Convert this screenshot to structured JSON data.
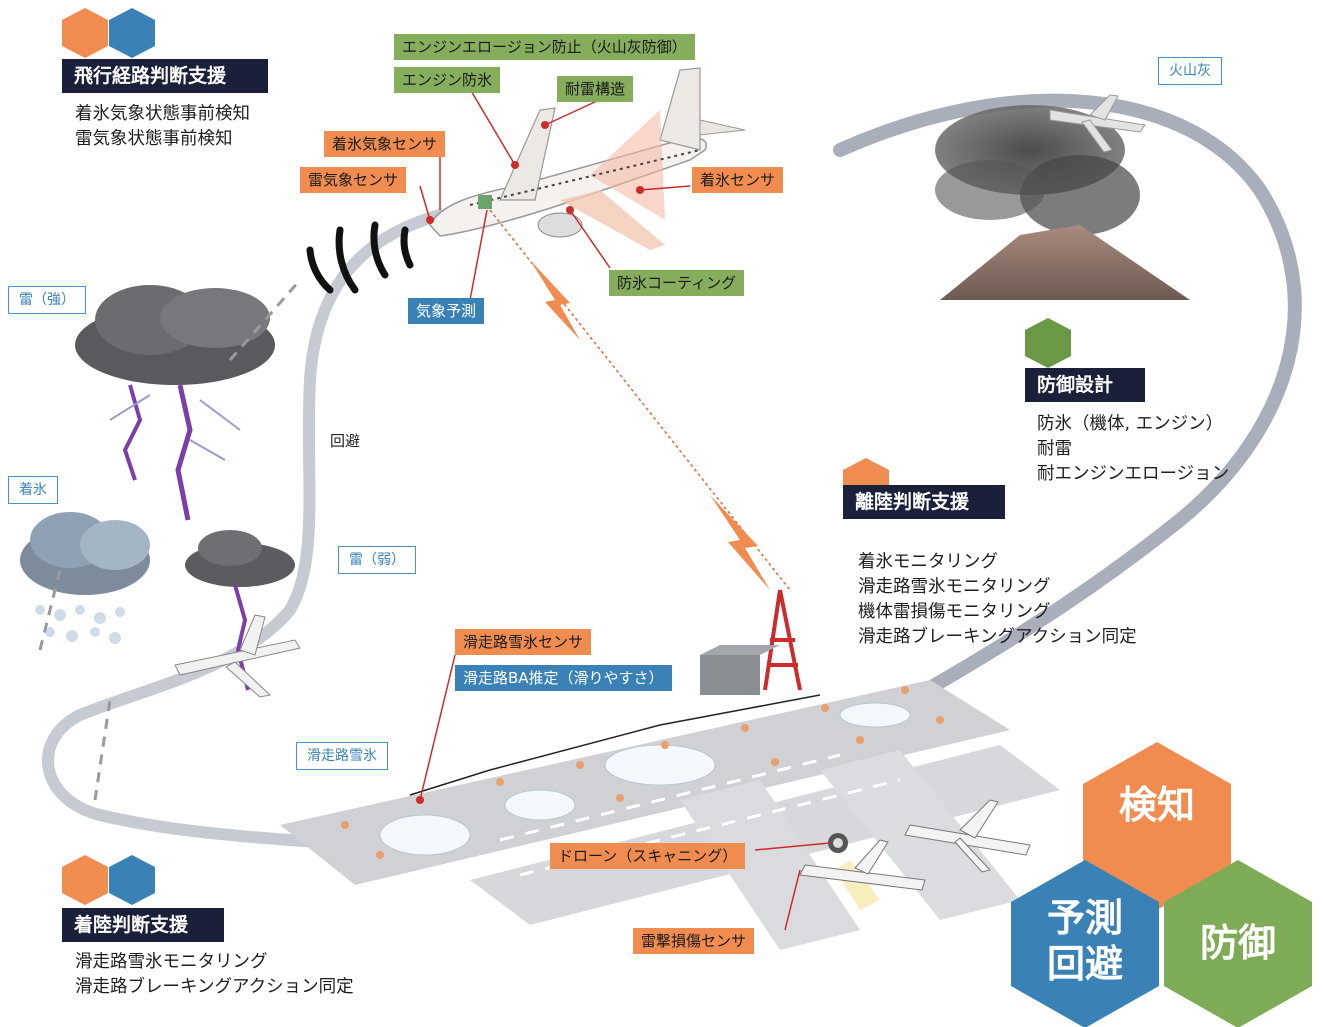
{
  "sections": {
    "flight": {
      "title": "飛行経路判断支援",
      "items": [
        "着氷気象状態事前検知",
        "雷気象状態事前検知"
      ]
    },
    "defense": {
      "title": "防御設計",
      "items": [
        "防氷（機体, エンジン）",
        "耐雷",
        "耐エンジンエロージョン"
      ]
    },
    "takeoff": {
      "title": "離陸判断支援",
      "items": [
        "着氷モニタリング",
        "滑走路雪氷モニタリング",
        "機体雷損傷モニタリング",
        "滑走路ブレーキングアクション同定"
      ]
    },
    "landing": {
      "title": "着陸判断支援",
      "items": [
        "滑走路雪氷モニタリング",
        "滑走路ブレーキングアクション同定"
      ]
    }
  },
  "labels": {
    "engine_erosion": "エンジンエロージョン防止（火山灰防御）",
    "engine_anti_ice": "エンジン防氷",
    "lightning_structure": "耐雷構造",
    "icing_weather_sensor": "着氷気象センサ",
    "lightning_weather_sensor": "雷気象センサ",
    "icing_sensor": "着氷センサ",
    "anti_ice_coating": "防氷コーティング",
    "weather_forecast": "気象予測",
    "runway_snow_sensor": "滑走路雪氷センサ",
    "runway_ba": "滑走路BA推定（滑りやすさ）",
    "drone": "ドローン（スキャニング）",
    "strike_sensor": "雷撃損傷センサ"
  },
  "phenomena": {
    "ash": "火山灰",
    "thunder_strong": "雷（強）",
    "icing": "着氷",
    "thunder_weak": "雷（弱）",
    "runway_snow": "滑走路雪氷",
    "avoid": "回避"
  },
  "hexagons": {
    "detect": "検知",
    "predict_line1": "予測",
    "predict_line2": "回避",
    "defend": "防御"
  },
  "colors": {
    "orange": "#f08c50",
    "blue": "#3a82b6",
    "green": "#7eab56",
    "navy": "#1a1f3a"
  }
}
